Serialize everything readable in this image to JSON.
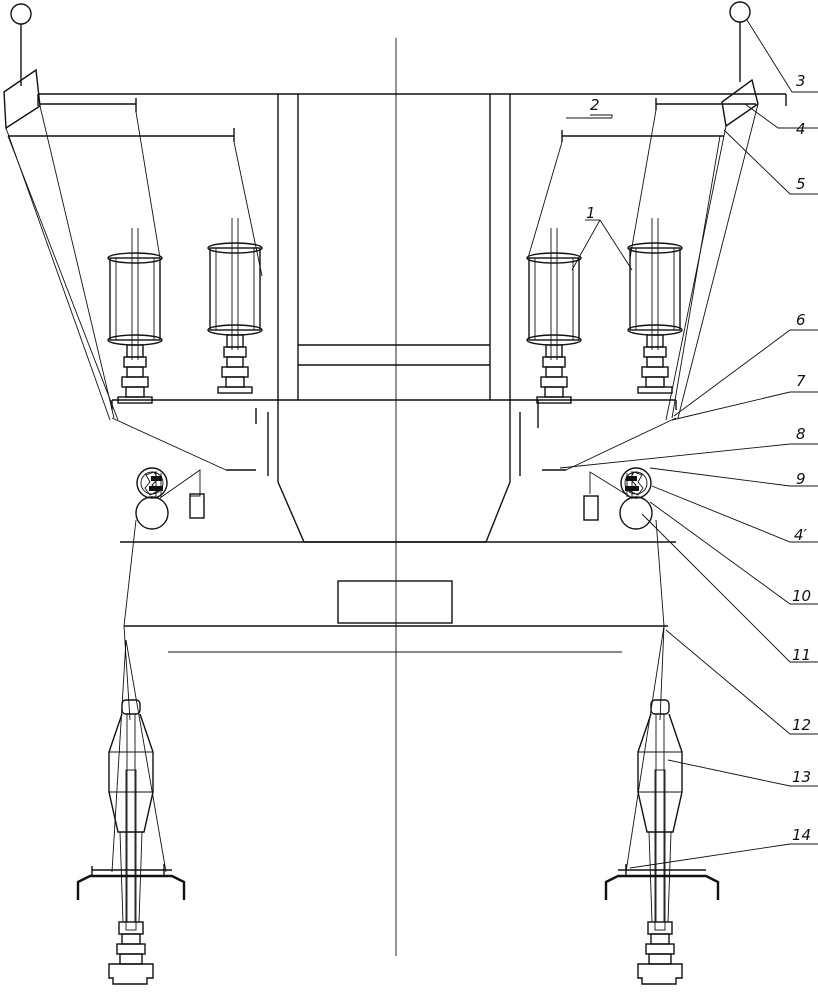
{
  "diagram": {
    "labels": {
      "l1": "1",
      "l2": "2",
      "l3": "3",
      "l4": "4",
      "l5": "5",
      "l6": "6",
      "l7": "7",
      "l8": "8",
      "l9": "9",
      "l4p": "4′",
      "l10": "10",
      "l11": "11",
      "l12": "12",
      "l13": "13",
      "l14": "14"
    }
  }
}
